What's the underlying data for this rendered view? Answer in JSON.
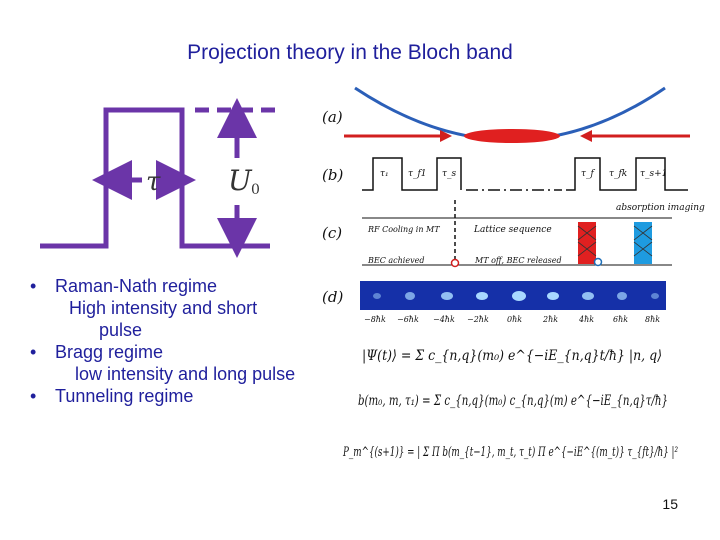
{
  "slide": {
    "title": "Projection theory in the Bloch band",
    "page_number": "15"
  },
  "bullets": [
    {
      "label": "Raman-Nath regime",
      "sub": [
        "High intensity and short",
        "pulse"
      ]
    },
    {
      "label": "Bragg regime",
      "sub": [
        "low intensity and long pulse"
      ]
    },
    {
      "label": "Tunneling regime",
      "sub": []
    }
  ],
  "pulse_diagram": {
    "tau_label": "τ",
    "depth_label": "U",
    "depth_subscript": "0",
    "color": "#6b35a8"
  },
  "panels": {
    "a_label": "(a)",
    "b_label": "(b)",
    "c_label": "(c)",
    "d_label": "(d)",
    "b_pulse_labels": [
      "τ₁",
      "τ_f1",
      "τ_s",
      "τ_f",
      "τ_fk",
      "τ_s+1"
    ],
    "c_stage_cooling": "RF Cooling in MT",
    "c_stage_lattice": "Lattice sequence",
    "c_event_bec": "BEC achieved",
    "c_event_release": "MT off, BEC released",
    "c_absorption": "absorption imaging",
    "d_momentum_labels": [
      "−8ħk",
      "−6ħk",
      "−4ħk",
      "−2ħk",
      "0ħk",
      "2ħk",
      "4ħk",
      "6ħk",
      "8ħk"
    ]
  },
  "equations": {
    "eq1": "|Ψ(t)⟩ = Σ c_{n,q}(m₀) e^{−iE_{n,q}t/ħ} |n, q⟩",
    "eq2": "b(m₀, m, τ₁) = Σ c_{n,q}(m₀) c_{n,q}(m) e^{−iE_{n,q}τ/ħ}",
    "eq3": "P_m^{(s+1)} = | Σ Π b(m_{t−1}, m_t, τ_t) Π e^{−iE^{(m_t)} τ_{ft}/ħ} |²"
  }
}
